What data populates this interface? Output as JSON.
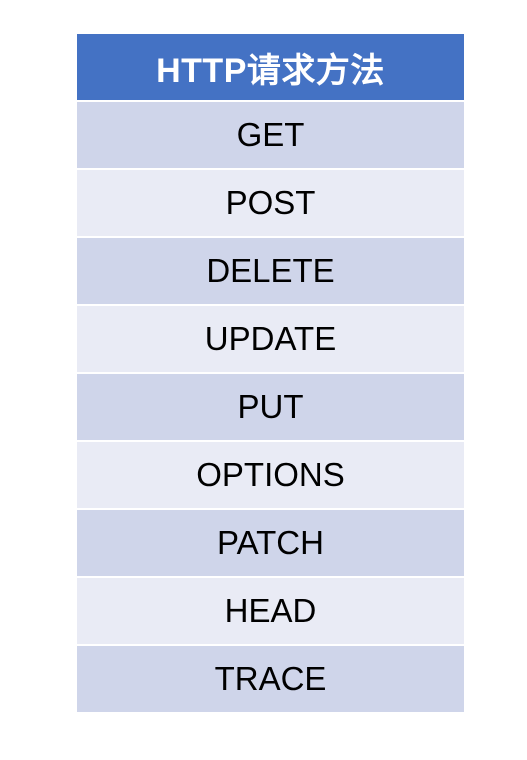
{
  "table": {
    "header": "HTTP请求方法",
    "rows": [
      "GET",
      "POST",
      "DELETE",
      "UPDATE",
      "PUT",
      "OPTIONS",
      "PATCH",
      "HEAD",
      "TRACE"
    ]
  },
  "colors": {
    "header_bg": "#4472c4",
    "row_odd_bg": "#cfd5ea",
    "row_even_bg": "#e9ebf5"
  }
}
